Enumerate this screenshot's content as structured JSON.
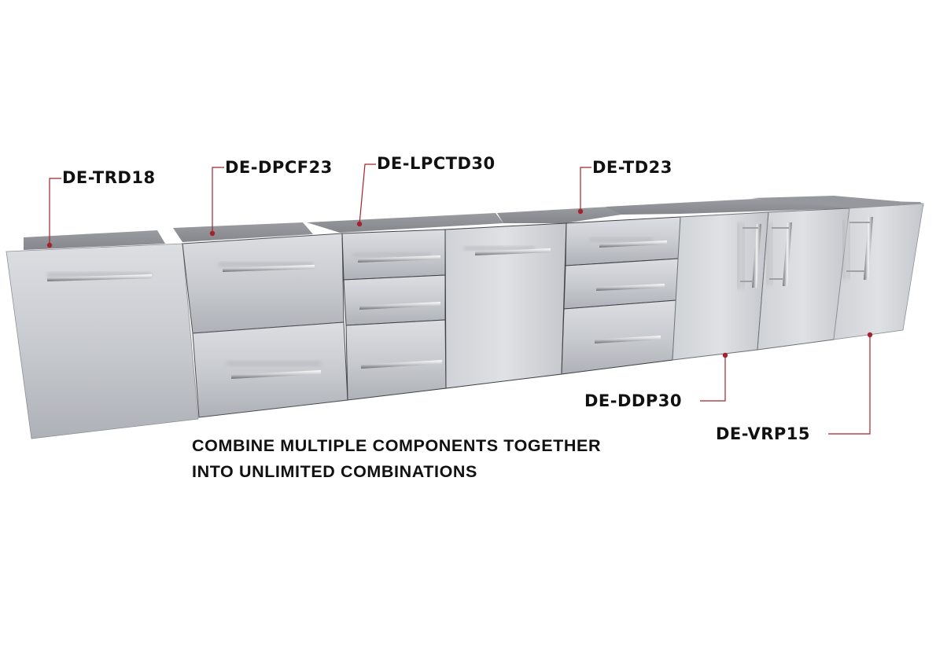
{
  "callouts": [
    {
      "id": "DE-TRD18",
      "label": "DE-TRD18"
    },
    {
      "id": "DE-DPCF23",
      "label": "DE-DPCF23"
    },
    {
      "id": "DE-LPCTD30",
      "label": "DE-LPCTD30"
    },
    {
      "id": "DE-TD23",
      "label": "DE-TD23"
    },
    {
      "id": "DE-DDP30",
      "label": "DE-DDP30"
    },
    {
      "id": "DE-VRP15",
      "label": "DE-VRP15"
    }
  ],
  "tagline": {
    "line1": "COMBINE MULTIPLE COMPONENTS TOGETHER",
    "line2": "INTO UNLIMITED COMBINATIONS"
  },
  "colors": {
    "leader_line": "#a3232c",
    "cabinet_face": "#c9ccd1",
    "cabinet_top": "#8e9095",
    "text": "#111111"
  }
}
